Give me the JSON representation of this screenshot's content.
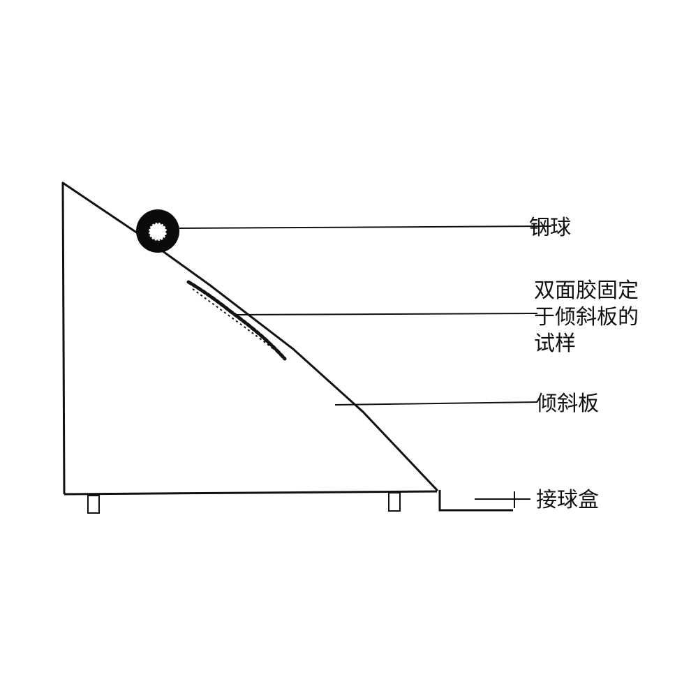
{
  "labels": {
    "steel_ball": "钢球",
    "sample_lines": [
      "双面胶固定",
      "于倾斜板的",
      "试样"
    ],
    "incline_plate": "倾斜板",
    "catch_box": "接球盒"
  },
  "colors": {
    "stroke": "#111111",
    "ball": "#0a0a0a",
    "background": "#ffffff"
  }
}
